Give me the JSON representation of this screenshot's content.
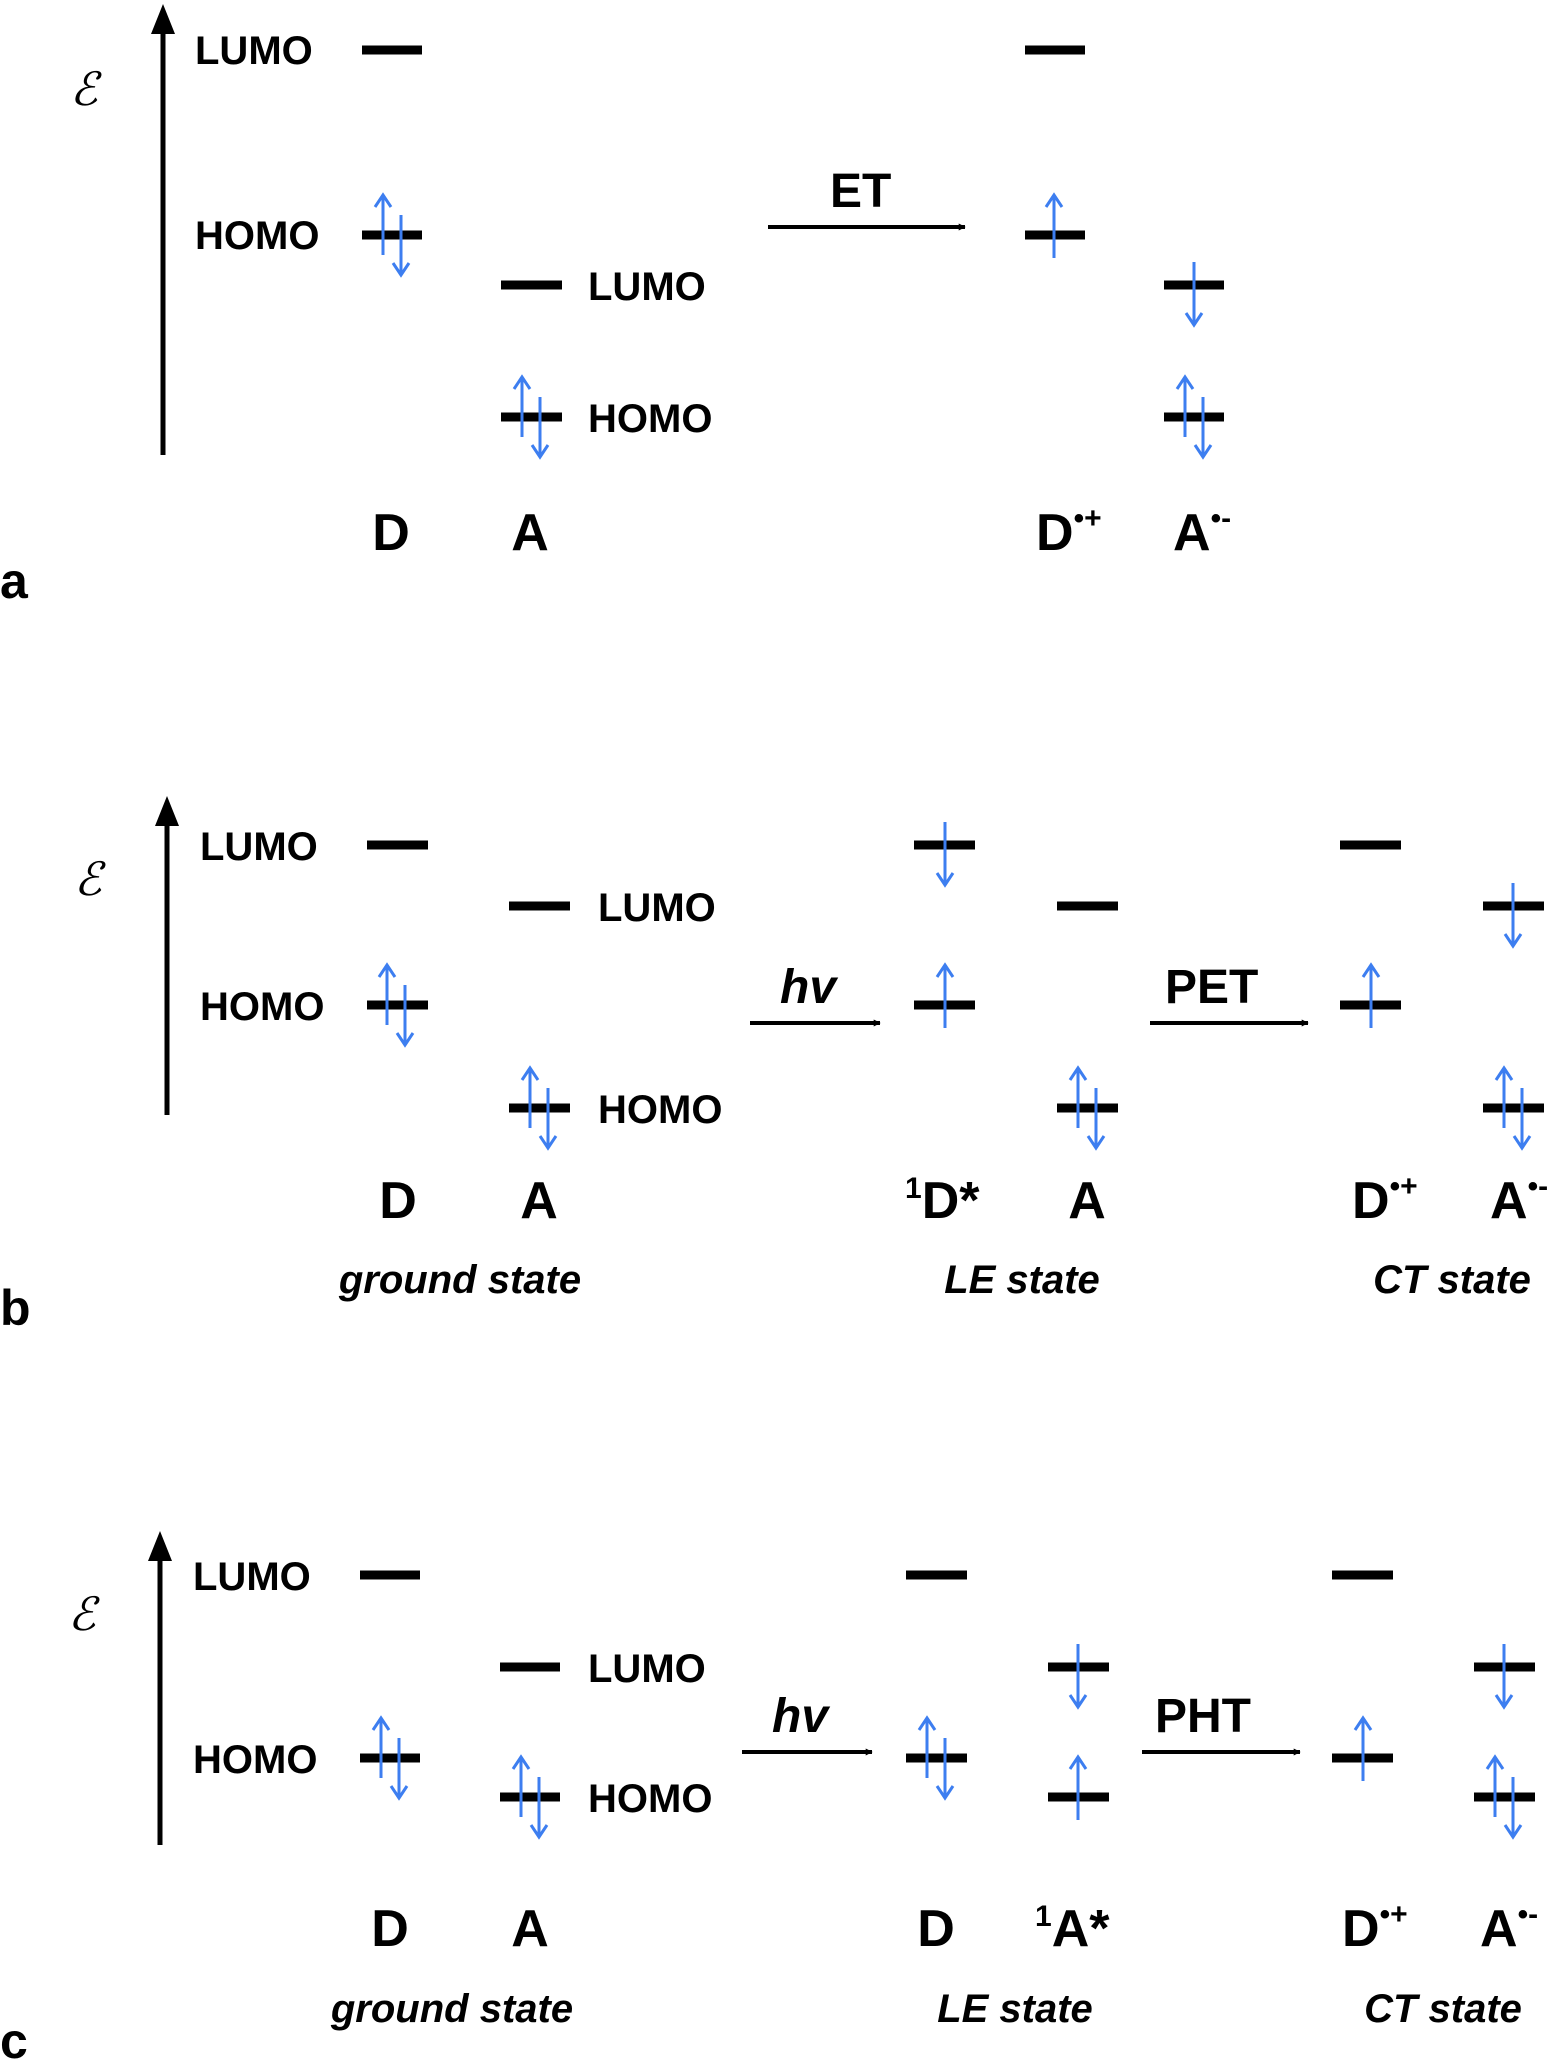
{
  "axis_symbol": "ℰ",
  "colors": {
    "neutral": "#6cbb2e",
    "neutral_c": "#19a31b",
    "cation": "#e81010",
    "anion": "#1f2de8",
    "excited": "#f5b400",
    "spin": "#3d7ef0"
  },
  "panels": {
    "a": {
      "letter": "a",
      "orbitals": {
        "lumo_d": "LUMO",
        "homo_d": "HOMO",
        "lumo_a": "LUMO",
        "homo_a": "HOMO"
      },
      "process": "ET",
      "species": {
        "d": "D",
        "a": "A",
        "dc": "D",
        "dc_sup": "•+",
        "ac": "A",
        "ac_sup": "•-"
      }
    },
    "b": {
      "letter": "b",
      "orbitals": {
        "lumo_d": "LUMO",
        "homo_d": "HOMO",
        "lumo_a": "LUMO",
        "homo_a": "HOMO"
      },
      "process1": "hv",
      "process2": "PET",
      "species": {
        "d": "D",
        "a": "A",
        "dx_pre": "1",
        "dx": "D*",
        "a2": "A",
        "dc": "D",
        "dc_sup": "•+",
        "ac": "A",
        "ac_sup": "•-"
      },
      "states": {
        "ground": "ground state",
        "le": "LE state",
        "ct": "CT state"
      }
    },
    "c": {
      "letter": "c",
      "orbitals": {
        "lumo_d": "LUMO",
        "homo_d": "HOMO",
        "lumo_a": "LUMO",
        "homo_a": "HOMO"
      },
      "process1": "hv",
      "process2": "PHT",
      "species": {
        "d": "D",
        "a": "A",
        "d2": "D",
        "ax_pre": "1",
        "ax": "A*",
        "dc": "D",
        "dc_sup": "•+",
        "ac": "A",
        "ac_sup": "•-"
      },
      "states": {
        "ground": "ground state",
        "le": "LE state",
        "ct": "CT state"
      }
    }
  }
}
